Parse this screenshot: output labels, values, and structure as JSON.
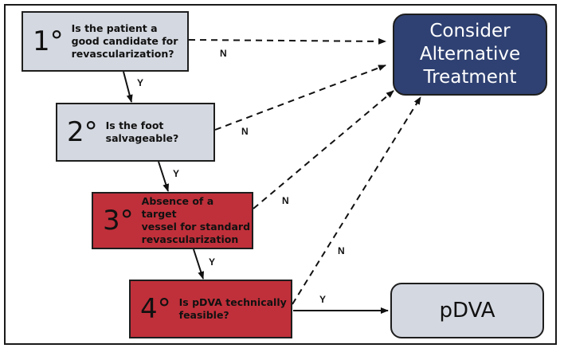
{
  "steps": [
    {
      "number": "1°",
      "lines": [
        "Is the patient a",
        "good candidate for",
        "revascularization?"
      ]
    },
    {
      "number": "2°",
      "lines": [
        "Is the foot",
        "salvageable?"
      ]
    },
    {
      "number": "3°",
      "lines": [
        "Absence of a target",
        "vessel for standard",
        "revascularization"
      ]
    },
    {
      "number": "4°",
      "lines": [
        "Is pDVA technically",
        "feasible?"
      ]
    }
  ],
  "outcomes": {
    "alternative": [
      "Consider",
      "Alternative",
      "Treatment"
    ],
    "pdva": "pDVA"
  },
  "edge_labels": {
    "n1": "N",
    "n2": "N",
    "n3": "N",
    "n4": "N",
    "y1": "Y",
    "y2": "Y",
    "y3": "Y",
    "y4": "Y"
  },
  "colors": {
    "question_box": "#d4d8e0",
    "criteria_box": "#c0303a",
    "alternative_box": "#2f4172"
  }
}
